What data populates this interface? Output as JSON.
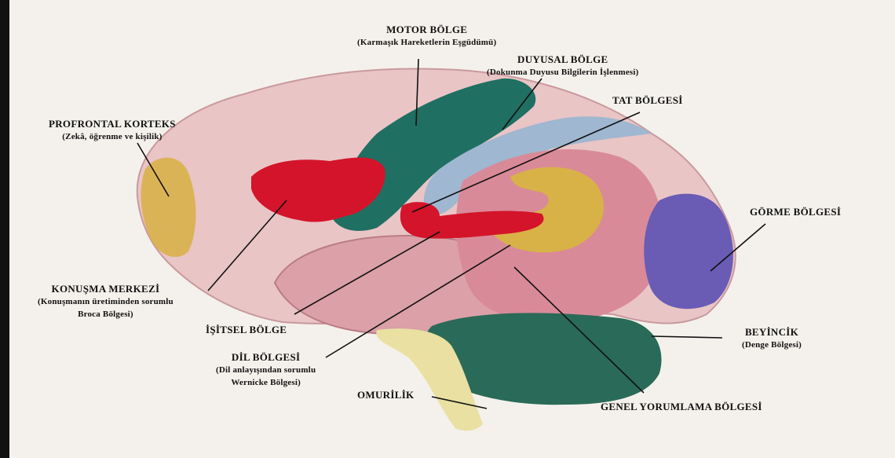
{
  "labels": {
    "motor": {
      "title": "MOTOR BÖLGE",
      "sub": "(Karmaşık Hareketlerin Eşgüdümü)"
    },
    "duyusal": {
      "title": "DUYUSAL BÖLGE",
      "sub": "(Dokunma Duyusu Bilgilerin İşlenmesi)"
    },
    "tat": {
      "title": "TAT BÖLGESİ"
    },
    "prefrontal": {
      "title": "PROFRONTAL KORTEKS",
      "sub": "(Zekâ, öğrenme ve kişilik)"
    },
    "gorme": {
      "title": "GÖRME BÖLGESİ"
    },
    "konusma": {
      "title": "KONUŞMA MERKEZİ",
      "sub1": "(Konuşmanın üretiminden sorumlu",
      "sub2": "Broca Bölgesi)"
    },
    "isitsel": {
      "title": "İŞİTSEL BÖLGE"
    },
    "dil": {
      "title": "DİL BÖLGESİ",
      "sub1": "(Dil anlayışından sorumlu",
      "sub2": "Wernicke Bölgesi)"
    },
    "omurilik": {
      "title": "OMURİLİK"
    },
    "beyincik": {
      "title": "BEYİNCİK",
      "sub": "(Denge Bölgesi)"
    },
    "genel": {
      "title": "GENEL YORUMLAMA BÖLGESİ"
    }
  },
  "colors": {
    "cortex": "#e9c5c6",
    "motor": "#1f6f62",
    "sensory": "#9fb7d0",
    "broca": "#d4142a",
    "prefrontal": "#d9b04a",
    "visual": "#6a5bb5",
    "temporal": "#d98a98",
    "wernicke": "#d8b247",
    "cerebellum": "#2a6a58",
    "spinal": "#e9e0a2"
  }
}
